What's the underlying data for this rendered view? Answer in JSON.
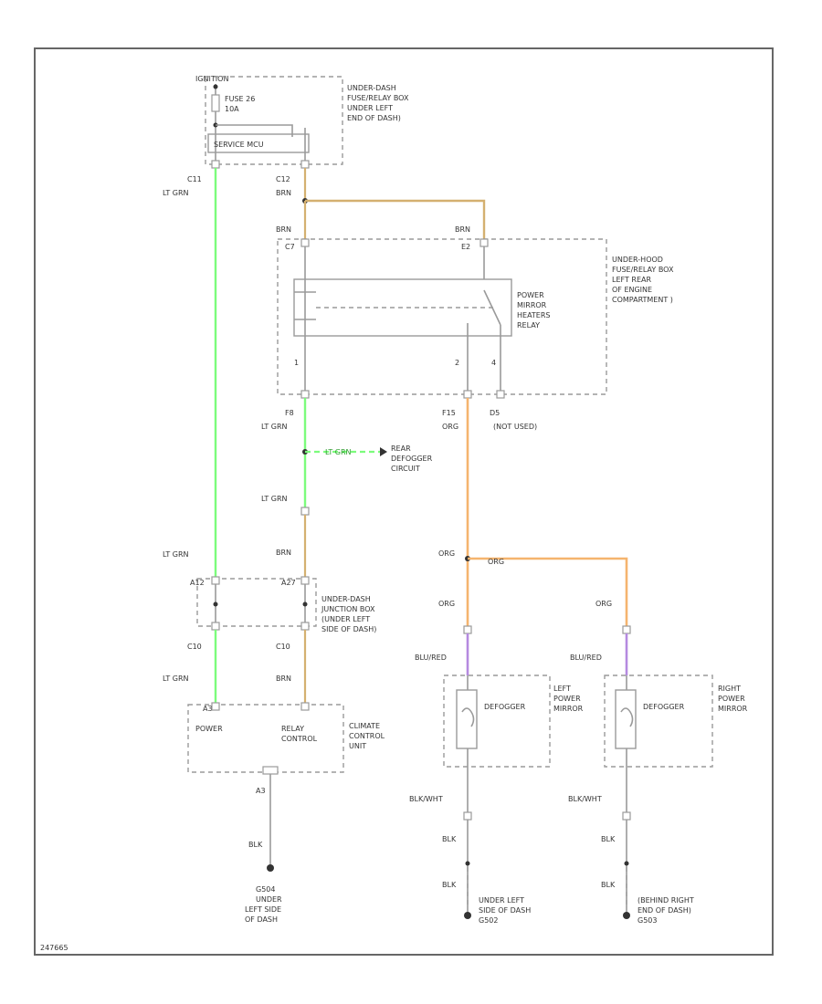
{
  "colors": {
    "lt_grn": "#7CFC7C",
    "brn": "#d4b070",
    "org": "#f5b46e",
    "blu_red": "#b58ae0",
    "line": "#9a9a9a",
    "frame": "#666666",
    "text": "#333333"
  },
  "top": {
    "ignition": "IGNITION",
    "fuse": [
      "FUSE 26",
      "10A"
    ],
    "fuse_box": [
      "UNDER-DASH",
      "FUSE/RELAY BOX",
      "UNDER LEFT",
      "END OF DASH)"
    ],
    "module": "SERVICE MCU"
  },
  "connectors": {
    "c11": "C11",
    "c12": "C12",
    "c7": "C7",
    "e2": "E2",
    "f8": "F8",
    "f15": "F15",
    "d5": "D5",
    "c10_left": "C10",
    "c10_right": "C10",
    "a3": "A3",
    "a12": "A12",
    "a27": "A27"
  },
  "wires": {
    "lt_grn": "LT GRN",
    "brn": "BRN",
    "org": "ORG",
    "blu_red": "BLU/RED",
    "blk_wht": "BLK/WHT",
    "blk": "BLK"
  },
  "relay": {
    "label": [
      "POWER",
      "MIRROR",
      "HEATERS",
      "RELAY"
    ],
    "pins": [
      "1",
      "2",
      "4"
    ],
    "box": [
      "UNDER-HOOD",
      "FUSE/RELAY BOX",
      "LEFT REAR",
      "OF ENGINE",
      "COMPARTMENT )"
    ]
  },
  "not_used": "(NOT USED)",
  "rear_defogger": [
    "REAR",
    "DEFOGGER",
    "CIRCUIT"
  ],
  "junction": [
    "UNDER-DASH",
    "JUNCTION BOX",
    "(UNDER LEFT",
    "SIDE OF DASH)"
  ],
  "climate": {
    "power": "POWER",
    "relay_control": [
      "RELAY",
      "CONTROL"
    ],
    "unit": [
      "CLIMATE",
      "CONTROL",
      "UNIT"
    ]
  },
  "mirrors": {
    "defogger": "DEFOGGER",
    "left": [
      "LEFT",
      "POWER",
      "MIRROR"
    ],
    "right": [
      "RIGHT",
      "POWER",
      "MIRROR"
    ]
  },
  "grounds": {
    "g504": [
      "G504",
      "UNDER",
      "LEFT SIDE",
      "OF DASH"
    ],
    "g502": [
      "UNDER LEFT",
      "SIDE OF DASH",
      "G502"
    ],
    "g503": [
      "(BEHIND RIGHT",
      "END OF DASH)",
      "G503"
    ]
  },
  "footer": "247665"
}
